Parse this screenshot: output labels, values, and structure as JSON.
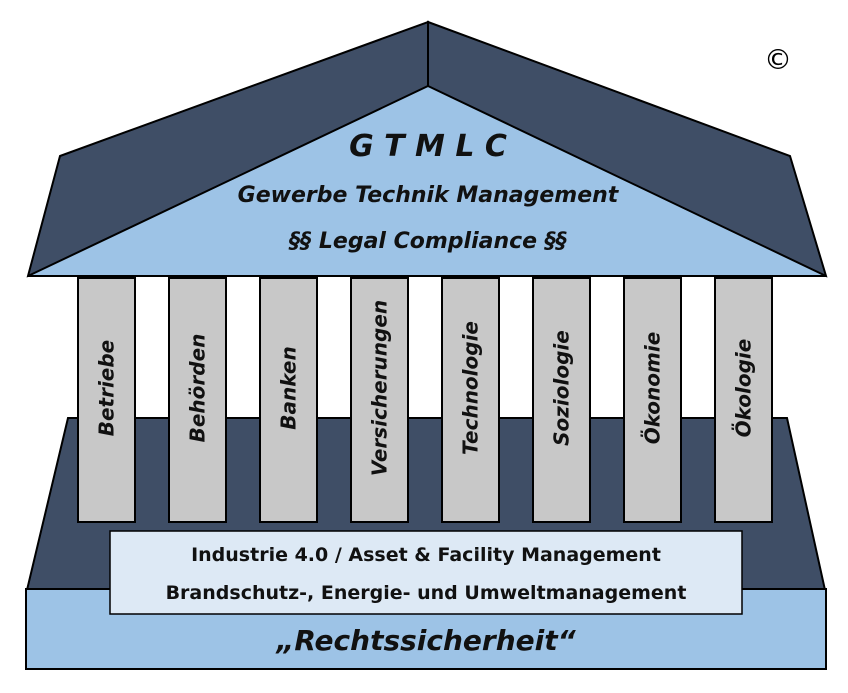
{
  "copyright_symbol": "©",
  "roof": {
    "title": "G T M L C",
    "line1": "Gewerbe Technik Management",
    "line2": "§§ Legal Compliance §§"
  },
  "pillars": [
    "Betriebe",
    "Behörden",
    "Banken",
    "Versicherungen",
    "Technologie",
    "Soziologie",
    "Ökonomie",
    "Ökologie"
  ],
  "band": {
    "line1": "Industrie 4.0 / Asset & Facility Management",
    "line2": "Brandschutz-, Energie- und Umweltmanagement"
  },
  "base": {
    "label": "„Rechtssicherheit“"
  },
  "colors": {
    "dark_slate": "#3f4e66",
    "light_blue": "#9dc3e6",
    "pale_blue": "#dde9f5",
    "pillar_gray": "#c8c8c8",
    "outline": "#000000"
  }
}
